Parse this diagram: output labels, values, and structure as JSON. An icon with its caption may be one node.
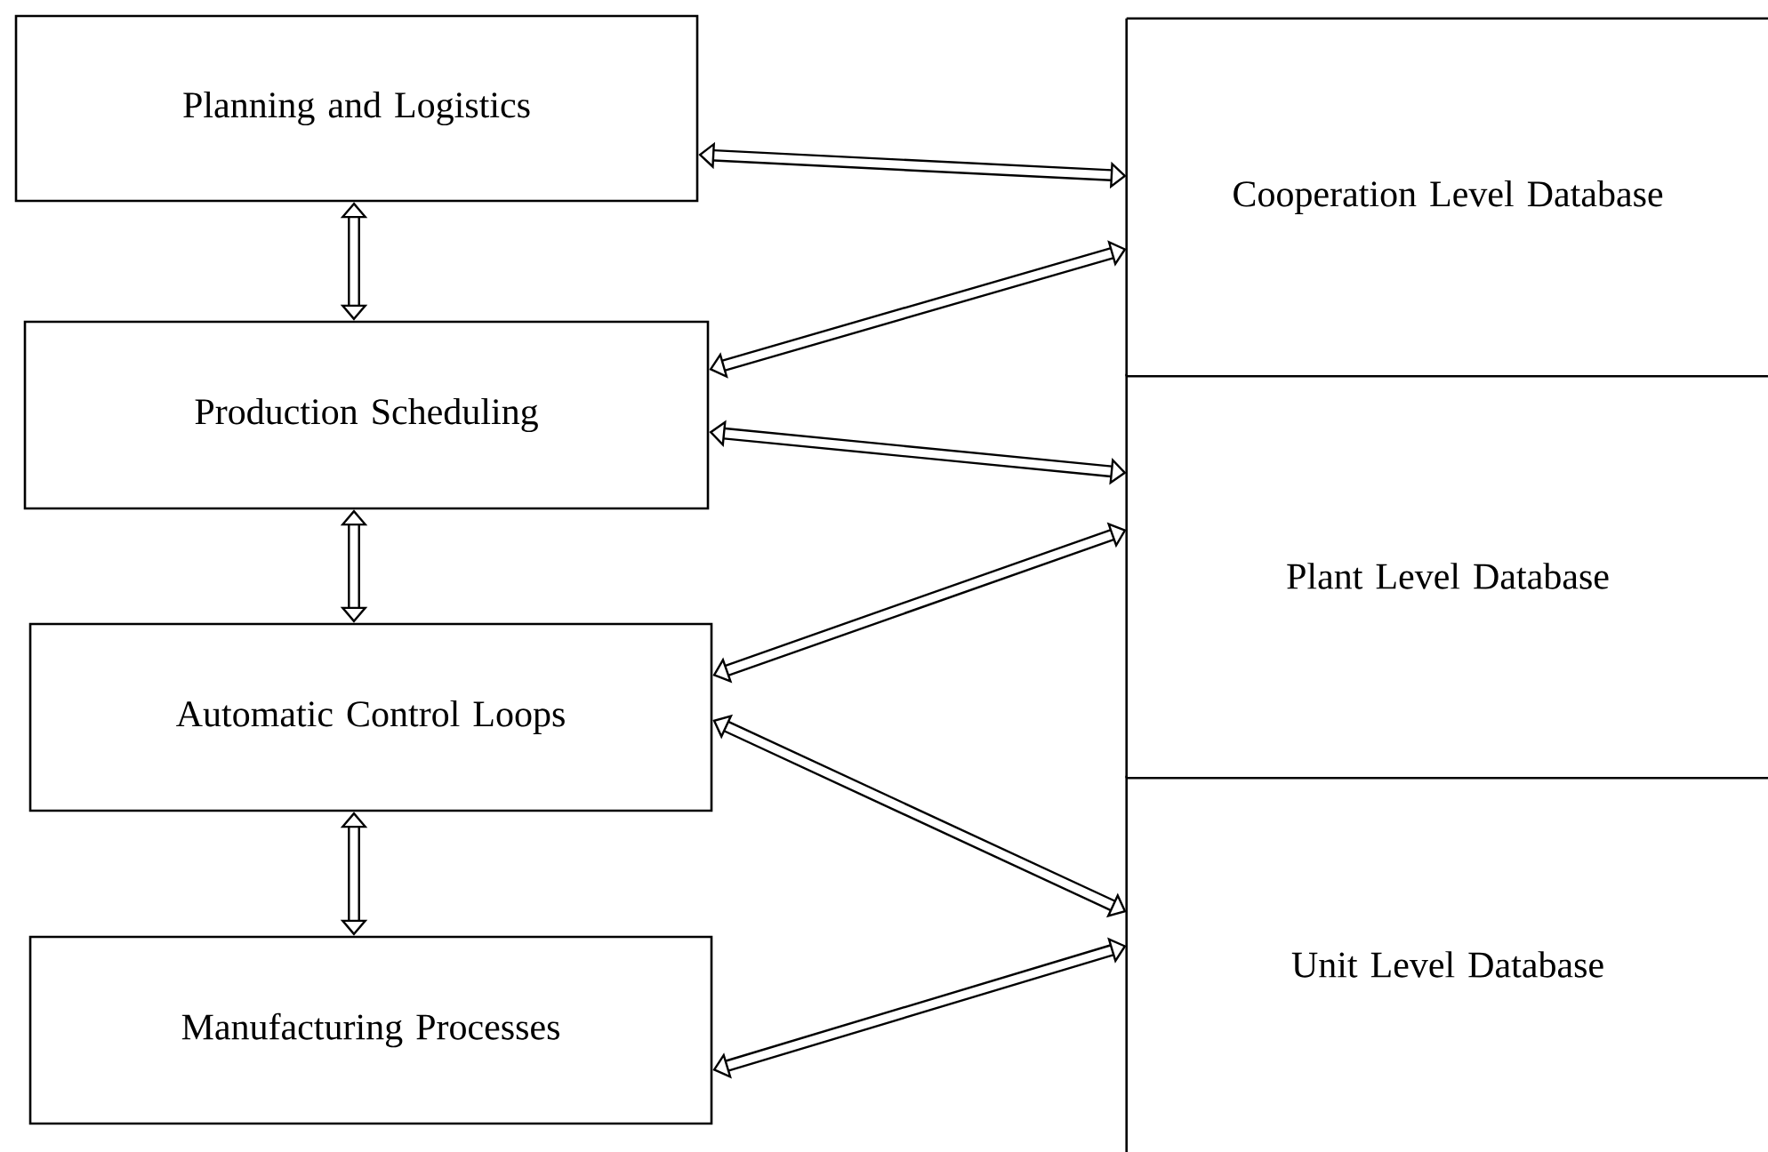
{
  "diagram": {
    "nodes": [
      {
        "text": [
          "Planning and Logistics"
        ]
      },
      {
        "text": [
          "Production Scheduling"
        ]
      },
      {
        "text": [
          "Automatic Control Loops"
        ]
      },
      {
        "text": [
          "Manufacturing Processes"
        ]
      },
      {
        "text": [
          "Cooperation Level Database"
        ]
      },
      {
        "text": [
          "Plant Level Database"
        ]
      },
      {
        "text": [
          "Unit Level Database"
        ]
      }
    ],
    "edges": [
      {
        "from": 0,
        "to": 1,
        "arrow": "both"
      },
      {
        "from": 1,
        "to": 2,
        "arrow": "both"
      },
      {
        "from": 2,
        "to": 3,
        "arrow": "both"
      },
      {
        "from": 0,
        "to": 4,
        "arrow": "both"
      },
      {
        "from": 1,
        "to": 4,
        "arrow": "both"
      },
      {
        "from": 1,
        "to": 5,
        "arrow": "both"
      },
      {
        "from": 2,
        "to": 5,
        "arrow": "both"
      },
      {
        "from": 2,
        "to": 6,
        "arrow": "both"
      },
      {
        "from": 3,
        "to": 6,
        "arrow": "both"
      }
    ]
  }
}
